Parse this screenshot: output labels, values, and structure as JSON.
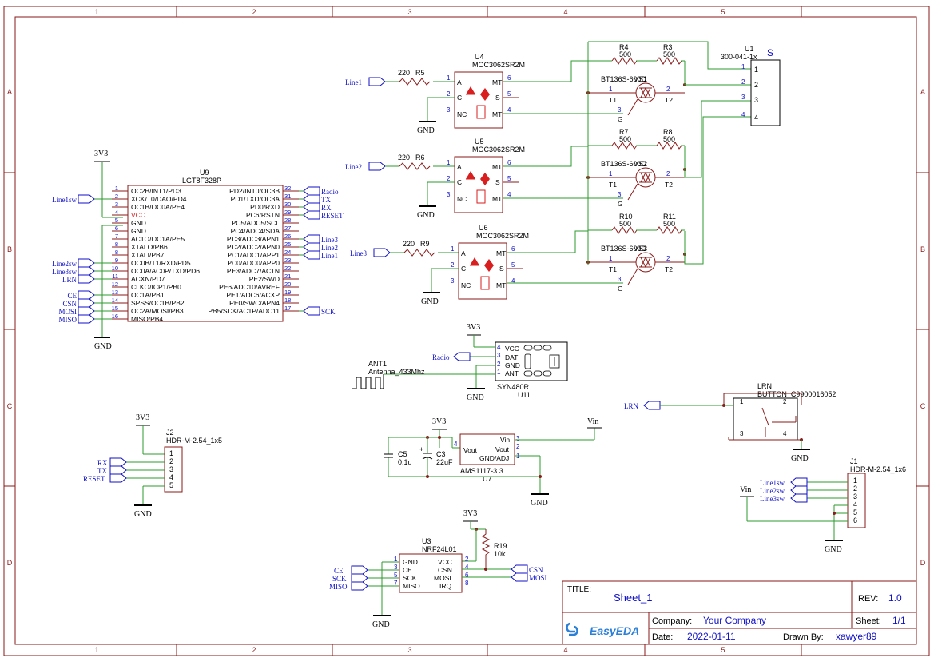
{
  "grid": {
    "columns": [
      "1",
      "2",
      "3",
      "4",
      "5"
    ],
    "rows": [
      "A",
      "B",
      "C",
      "D"
    ]
  },
  "title_block": {
    "title_label": "TITLE:",
    "title": "Sheet_1",
    "rev_label": "REV:",
    "rev": "1.0",
    "company_label": "Company:",
    "company": "Your Company",
    "sheet_label": "Sheet:",
    "sheet": "1/1",
    "date_label": "Date:",
    "date": "2022-01-11",
    "drawn_label": "Drawn By:",
    "drawn": "xawyer89",
    "logo": "EasyEDA"
  },
  "u9": {
    "ref": "U9",
    "value": "LGT8F328P",
    "left_pins": [
      {
        "n": "1",
        "name": "OC2B/INT1/PD3"
      },
      {
        "n": "2",
        "name": "XCK/T0/DAO/PD4"
      },
      {
        "n": "3",
        "name": "OC1B/OC0A/PE4"
      },
      {
        "n": "4",
        "name": "VCC"
      },
      {
        "n": "5",
        "name": "GND"
      },
      {
        "n": "6",
        "name": "GND"
      },
      {
        "n": "7",
        "name": "AC1O/OC1A/PE5"
      },
      {
        "n": "8",
        "name": "XTALO/PB6"
      },
      {
        "n": "8",
        "name": "XTALI/PB7"
      },
      {
        "n": "9",
        "name": "OC0B/T1/RXD/PD5"
      },
      {
        "n": "10",
        "name": "OC0A/AC0P/TXD/PD6"
      },
      {
        "n": "11",
        "name": "ACXN/PD7"
      },
      {
        "n": "12",
        "name": "CLKO/ICP1/PB0"
      },
      {
        "n": "13",
        "name": "OC1A/PB1"
      },
      {
        "n": "14",
        "name": "SPSS/OC1B/PB2"
      },
      {
        "n": "15",
        "name": "OC2A/MOSI/PB3"
      },
      {
        "n": "16",
        "name": "MISO/PB4"
      }
    ],
    "right_pins": [
      {
        "n": "32",
        "name": "PD2/INT0/OC3B"
      },
      {
        "n": "31",
        "name": "PD1/TXD/OC3A"
      },
      {
        "n": "30",
        "name": "PD0/RXD"
      },
      {
        "n": "29",
        "name": "PC6/RSTN"
      },
      {
        "n": "28",
        "name": "PC5/ADC5/SCL"
      },
      {
        "n": "27",
        "name": "PC4/ADC4/SDA"
      },
      {
        "n": "26",
        "name": "PC3/ADC3/APN1"
      },
      {
        "n": "25",
        "name": "PC2/ADC2/APN0"
      },
      {
        "n": "24",
        "name": "PC1/ADC1/APP1"
      },
      {
        "n": "23",
        "name": "PC0/ADC0/APP0"
      },
      {
        "n": "22",
        "name": "PE3/ADC7/AC1N"
      },
      {
        "n": "21",
        "name": "PE2/SWD"
      },
      {
        "n": "20",
        "name": "PE6/ADC10/AVREF"
      },
      {
        "n": "19",
        "name": "PE1/ADC6/ACXP"
      },
      {
        "n": "18",
        "name": "PE0/SWC/APN4"
      },
      {
        "n": "17",
        "name": "PB5/SCK/AC1P/ADC11"
      }
    ],
    "left_nets": [
      "Line1sw",
      "Line2sw",
      "Line3sw",
      "LRN",
      "CE",
      "CSN",
      "MOSI",
      "MISO"
    ],
    "right_nets": [
      "Radio",
      "TX",
      "RX",
      "RESET",
      "Line3",
      "Line2",
      "Line1",
      "SCK"
    ]
  },
  "power": {
    "v33": "3V3",
    "gnd": "GND",
    "vin": "Vin"
  },
  "optos": [
    {
      "ref": "U4",
      "value": "MOC3062SR2M",
      "net": "Line1",
      "r": "R5",
      "rv": "220",
      "p1": "1",
      "p2": "2",
      "p3": "3",
      "p4": "4",
      "p5": "5",
      "p6": "6",
      "a": "A",
      "c": "C",
      "nc": "NC",
      "mt": "MT",
      "s": "S"
    },
    {
      "ref": "U5",
      "value": "MOC3062SR2M",
      "net": "Line2",
      "r": "R6",
      "rv": "220",
      "p1": "1",
      "p2": "2",
      "p3": "3",
      "p4": "4",
      "p5": "5",
      "p6": "6",
      "a": "A",
      "c": "C",
      "nc": "NC",
      "mt": "MT",
      "s": "S"
    },
    {
      "ref": "U6",
      "value": "MOC3062SR2M",
      "net": "Line3",
      "r": "R9",
      "rv": "220",
      "p1": "1",
      "p2": "2",
      "p3": "3",
      "p4": "4",
      "p5": "5",
      "p6": "6",
      "a": "A",
      "c": "C",
      "nc": "NC",
      "mt": "MT",
      "s": "S"
    }
  ],
  "triacs": [
    {
      "ref": "VS1",
      "value": "BT136S-600D",
      "ra": "R4",
      "rav": "500",
      "rb": "R3",
      "rbv": "500",
      "t1": "T1",
      "t2": "T2",
      "g": "G",
      "p1": "1",
      "p2": "2",
      "p3": "3"
    },
    {
      "ref": "VS2",
      "value": "BT136S-600D",
      "ra": "R7",
      "rav": "500",
      "rb": "R8",
      "rbv": "500",
      "t1": "T1",
      "t2": "T2",
      "g": "G",
      "p1": "1",
      "p2": "2",
      "p3": "3"
    },
    {
      "ref": "VS3",
      "value": "BT136S-600D",
      "ra": "R10",
      "rav": "500",
      "rb": "R11",
      "rbv": "500",
      "t1": "T1",
      "t2": "T2",
      "g": "G",
      "p1": "1",
      "p2": "2",
      "p3": "3"
    }
  ],
  "u1": {
    "ref": "U1",
    "value": "300-041-1x",
    "mark": "S",
    "pins": [
      "1",
      "2",
      "3",
      "4"
    ]
  },
  "u11": {
    "ref": "U11",
    "value": "SYN480R",
    "pins": [
      {
        "n": "4",
        "name": "VCC"
      },
      {
        "n": "3",
        "name": "DAT"
      },
      {
        "n": "2",
        "name": "GND"
      },
      {
        "n": "1",
        "name": "ANT"
      }
    ],
    "net": "Radio"
  },
  "ant": {
    "ref": "ANT1",
    "value": "Antenna_433Mhz"
  },
  "lrn": {
    "ref": "LRN",
    "value": "BUTTON_C9900016052",
    "net": "LRN",
    "pins": [
      "1",
      "2",
      "3",
      "4"
    ]
  },
  "j2": {
    "ref": "J2",
    "value": "HDR-M-2.54_1x5",
    "pins": [
      "1",
      "2",
      "3",
      "4",
      "5"
    ],
    "nets": [
      "RX",
      "TX",
      "RESET"
    ]
  },
  "j1": {
    "ref": "J1",
    "value": "HDR-M-2.54_1x6",
    "pins": [
      "1",
      "2",
      "3",
      "4",
      "5",
      "6"
    ],
    "nets": [
      "Line1sw",
      "Line2sw",
      "Line3sw"
    ]
  },
  "u7": {
    "ref": "U7",
    "value": "AMS1117-3.3",
    "vout": "Vout",
    "vin": "Vin",
    "vout2": "Vout",
    "gnd": "GND/ADJ",
    "p4": "4",
    "p3": "3",
    "p2": "2",
    "p1": "1"
  },
  "c5": {
    "ref": "C5",
    "value": "0.1u"
  },
  "c3": {
    "ref": "C3",
    "value": "22uF",
    "plus": "+"
  },
  "u3": {
    "ref": "U3",
    "value": "NRF24L01",
    "left_pins": [
      {
        "n": "1",
        "name": "GND"
      },
      {
        "n": "3",
        "name": "CE"
      },
      {
        "n": "5",
        "name": "SCK"
      },
      {
        "n": "7",
        "name": "MISO"
      }
    ],
    "right_pins": [
      {
        "n": "2",
        "name": "VCC"
      },
      {
        "n": "4",
        "name": "CSN"
      },
      {
        "n": "6",
        "name": "MOSI"
      },
      {
        "n": "8",
        "name": "IRQ"
      }
    ],
    "left_nets": [
      "CE",
      "SCK",
      "MISO"
    ],
    "right_nets": [
      "CSN",
      "MOSI"
    ]
  },
  "r19": {
    "ref": "R19",
    "value": "10k"
  },
  "colors": {
    "wire": "#2e9b2e",
    "label": "#1010c8",
    "part": "#8b1a1a",
    "frame": "#8b1a1a",
    "red": "#d81e1e",
    "text": "#000000"
  }
}
